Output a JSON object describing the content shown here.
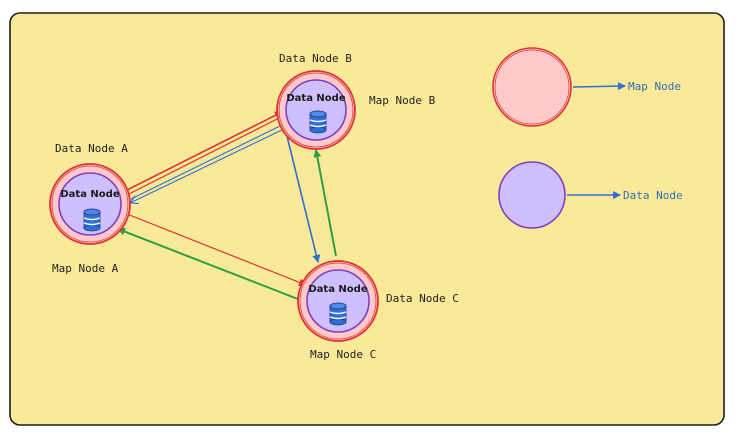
{
  "colors": {
    "background": "#fbe99a",
    "panel_border": "#1e1e1e",
    "map_ring_fill": "#ffc9c9",
    "map_ring_stroke": "#e0312f",
    "data_fill": "#d0bfff",
    "data_stroke": "#7b3fc4",
    "db_icon": "#2f6fd6",
    "edge_red": "#e0312f",
    "edge_blue": "#2f6fd6",
    "edge_green": "#2f9e44",
    "legend_text": "#2f6fb8"
  },
  "nodes": {
    "a": {
      "data_label": "Data Node A",
      "map_label": "Map Node A",
      "inner_label": "Data Node",
      "icon": "database-icon"
    },
    "b": {
      "data_label": "Data Node B",
      "map_label": "Map Node B",
      "inner_label": "Data Node",
      "icon": "database-icon"
    },
    "c": {
      "data_label": "Data Node C",
      "map_label": "Map Node C",
      "inner_label": "Data Node",
      "icon": "database-icon"
    }
  },
  "legend": {
    "map_node": "Map Node",
    "data_node": "Data Node"
  }
}
